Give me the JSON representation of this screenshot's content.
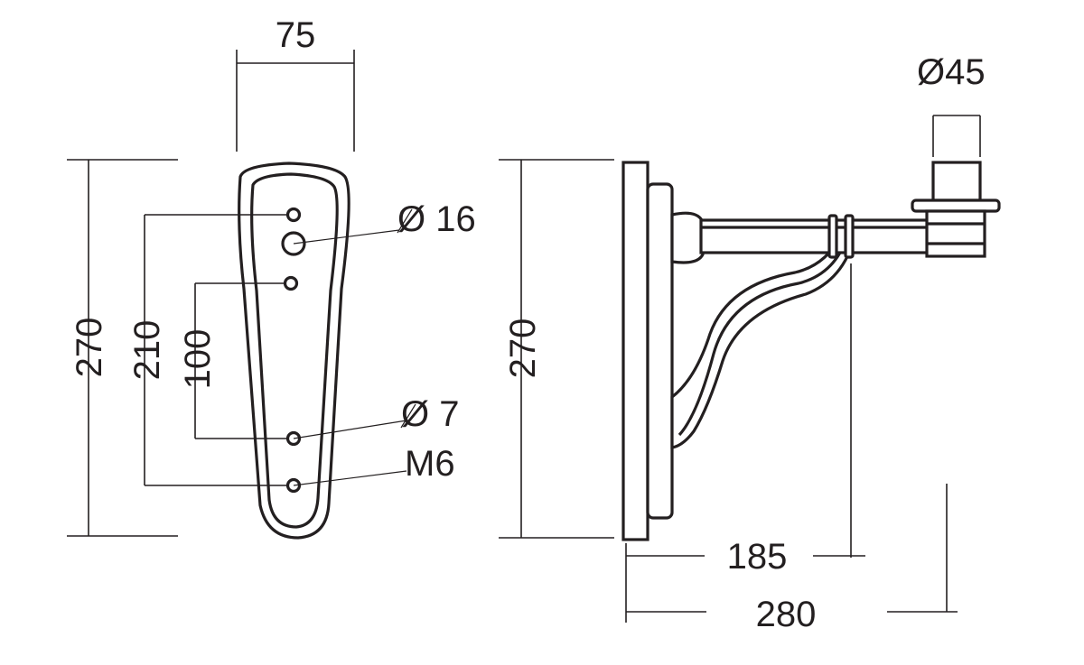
{
  "dimensions": {
    "plate_width": "75",
    "plate_height": "270",
    "hole_span_outer": "210",
    "hole_span_inner": "100",
    "large_hole": "Ø 16",
    "small_hole": "Ø 7",
    "thread": "M6",
    "side_height": "270",
    "tube_diameter": "Ø45",
    "arm_reach": "185",
    "total_depth": "280"
  },
  "colors": {
    "line": "#231f20",
    "background": "#ffffff"
  }
}
